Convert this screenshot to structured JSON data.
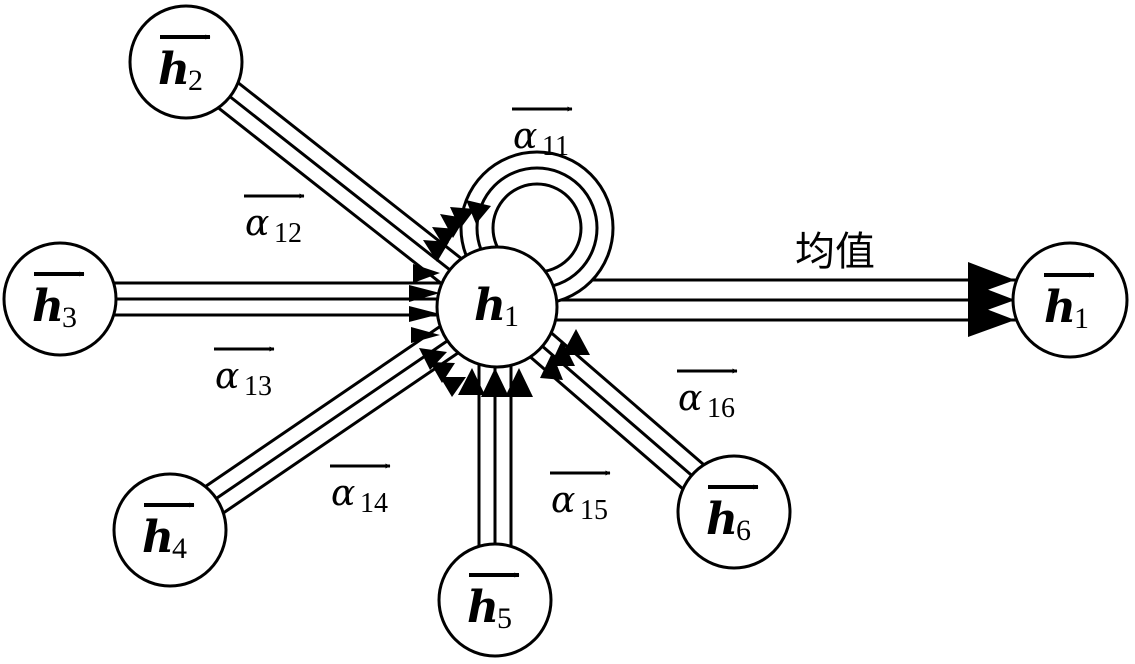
{
  "nodes": {
    "h1": {
      "symbol": "h",
      "sub": "1"
    },
    "h2": {
      "symbol": "h",
      "sub": "2"
    },
    "h3": {
      "symbol": "h",
      "sub": "3"
    },
    "h4": {
      "symbol": "h",
      "sub": "4"
    },
    "h5": {
      "symbol": "h",
      "sub": "5"
    },
    "h6": {
      "symbol": "h",
      "sub": "6"
    },
    "out": {
      "symbol": "h",
      "sub": "1"
    }
  },
  "edge_labels": {
    "a11": {
      "symbol": "α",
      "sub": "11"
    },
    "a12": {
      "symbol": "α",
      "sub": "12"
    },
    "a13": {
      "symbol": "α",
      "sub": "13"
    },
    "a14": {
      "symbol": "α",
      "sub": "14"
    },
    "a15": {
      "symbol": "α",
      "sub": "15"
    },
    "a16": {
      "symbol": "α",
      "sub": "16"
    }
  },
  "mean_label": "均值"
}
